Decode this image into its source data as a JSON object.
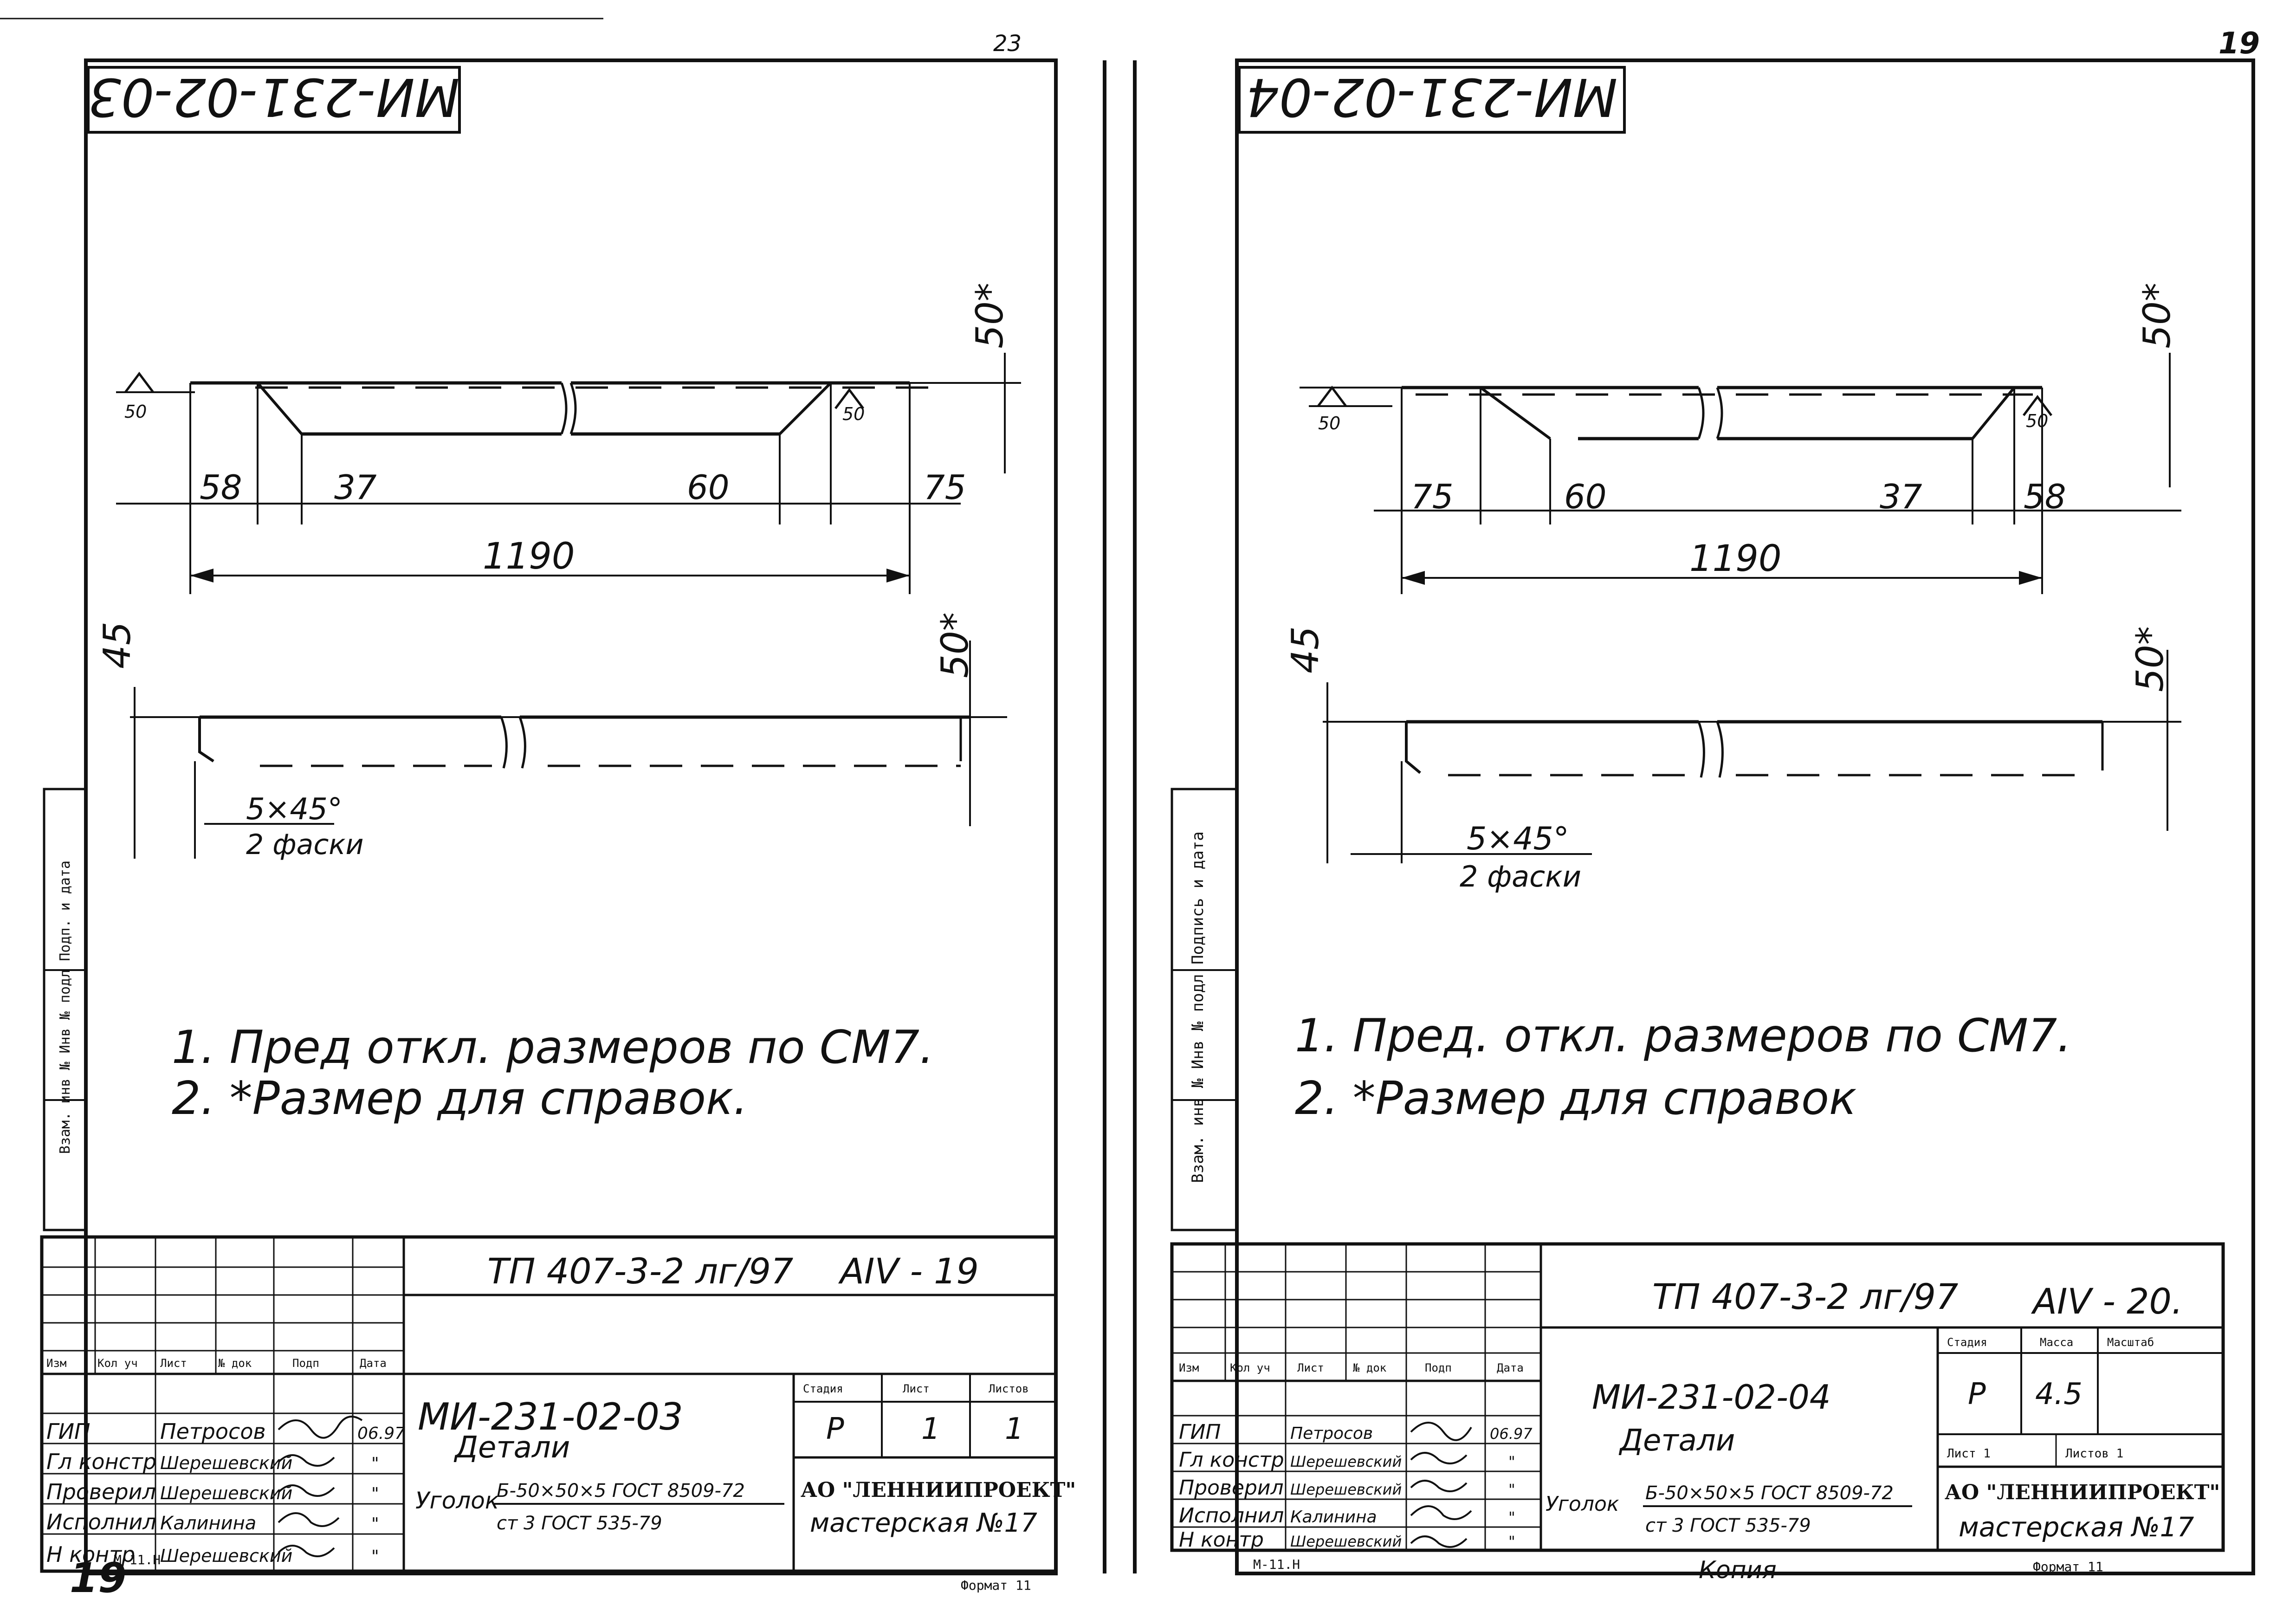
{
  "sheets": [
    {
      "top_page_no": "23",
      "stamp": "МИ-231-02-03",
      "corner_handwritten": "19",
      "format_label": "Формат 11",
      "dims_top": {
        "left_a": "58",
        "left_b": "37",
        "right_a": "60",
        "right_b": "75",
        "total": "1190",
        "height": "50*",
        "weld": "50"
      },
      "dims_bottom": {
        "height_left": "45",
        "height_right": "50*",
        "chamfer": "5×45°",
        "chamfer_note": "2 фаски"
      },
      "notes": [
        "1. Пред откл. размеров по СМ7.",
        "2. *Размер для справок."
      ],
      "side_strip": "Взам. инв №  Инв № подл  Подп. и дата",
      "title_block": {
        "project_code": "ТП 407-3-2 лг/97",
        "sheet_code": "АIV - 19",
        "head_cols": [
          "Изм",
          "Кол уч",
          "Лист",
          "№ док",
          "Подп",
          "Дата"
        ],
        "people": [
          {
            "role": "ГИП",
            "name": "Петросов",
            "date": "06.97"
          },
          {
            "role": "Гл констр",
            "name": "Шерешевский",
            "date": "\""
          },
          {
            "role": "Проверил",
            "name": "Шерешевский",
            "date": "\""
          },
          {
            "role": "Исполнил",
            "name": "Калинина",
            "date": "\""
          },
          {
            "role": "Н контр",
            "name": "Шерешевский",
            "date": "\""
          }
        ],
        "doc_code": "МИ-231-02-03",
        "doc_name": "Детали",
        "stage_head": [
          "Стадия",
          "Лист",
          "Листов"
        ],
        "stage_vals": [
          "Р",
          "1",
          "1"
        ],
        "material_prefix": "Уголок",
        "material_top": "Б-50×50×5 ГОСТ 8509-72",
        "material_bottom": "ст 3 ГОСТ 535-79",
        "org_line1": "АО \"ЛЕННИИПРОЕКТ\"",
        "org_line2": "мастерская №17",
        "form_code": "М-11.Н"
      }
    },
    {
      "top_page_no": "19",
      "stamp": "МИ-231-02-04",
      "format_label": "Формат 11",
      "dims_top": {
        "left_a": "75",
        "left_b": "60",
        "right_a": "37",
        "right_b": "58",
        "total": "1190",
        "height": "50*",
        "weld": "50"
      },
      "dims_bottom": {
        "height_left": "45",
        "height_right": "50*",
        "chamfer": "5×45°",
        "chamfer_note": "2 фаски"
      },
      "notes": [
        "1. Пред. откл. размеров по СМ7.",
        "2. *Размер для справок"
      ],
      "side_strip": "Взам. инв №  Инв № подл  Подпись и дата",
      "title_block": {
        "project_code": "ТП 407-3-2 лг/97",
        "sheet_code": "АIV - 20.",
        "head_cols": [
          "Изм",
          "Кол уч",
          "Лист",
          "№ док",
          "Подп",
          "Дата"
        ],
        "people": [
          {
            "role": "ГИП",
            "name": "Петросов",
            "date": "06.97"
          },
          {
            "role": "Гл констр",
            "name": "Шерешевский",
            "date": "\""
          },
          {
            "role": "Проверил",
            "name": "Шерешевский",
            "date": "\""
          },
          {
            "role": "Исполнил",
            "name": "Калинина",
            "date": "\""
          },
          {
            "role": "Н контр",
            "name": "Шерешевский",
            "date": "\""
          }
        ],
        "doc_code": "МИ-231-02-04",
        "doc_name": "Детали",
        "stage_head": [
          "Стадия",
          "Масса",
          "Масштаб"
        ],
        "stage_vals": [
          "Р",
          "4.5",
          ""
        ],
        "list_label": "Лист 1",
        "lists_label": "Листов 1",
        "material_prefix": "Уголок",
        "material_top": "Б-50×50×5 ГОСТ 8509-72",
        "material_bottom": "ст 3 ГОСТ 535-79",
        "org_line1": "АО \"ЛЕННИИПРОЕКТ\"",
        "org_line2": "мастерская №17",
        "form_code": "М-11.Н",
        "copy_mark": "Копия"
      }
    }
  ]
}
